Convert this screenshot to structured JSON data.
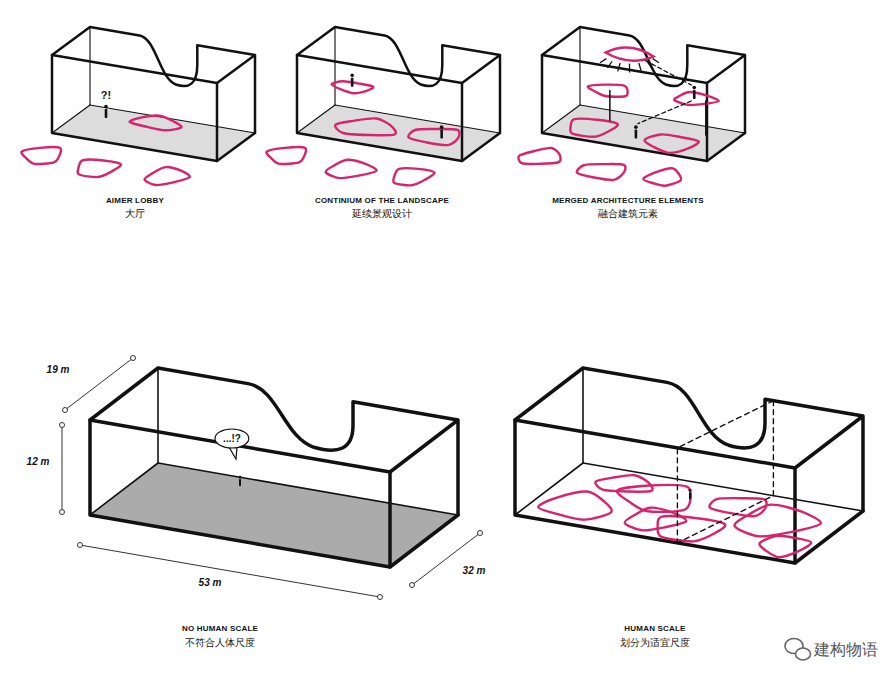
{
  "diagram": {
    "nodes": [
      {
        "text": [
          "...!?"
        ]
      }
    ],
    "labels": [
      "?!",
      "AIMER LOBBY",
      "大厅",
      "CONTINIUM OF THE LANDSCAPE",
      "延续景观设计",
      "MERGED ARCHITECTURE ELEMENTS",
      "融合建筑元素",
      "19 m",
      "12 m",
      "53 m",
      "32 m",
      "NO HUMAN SCALE",
      "不符合人体尺度",
      "HUMAN SCALE",
      "划分为适宜尺度",
      "建构物语"
    ]
  }
}
